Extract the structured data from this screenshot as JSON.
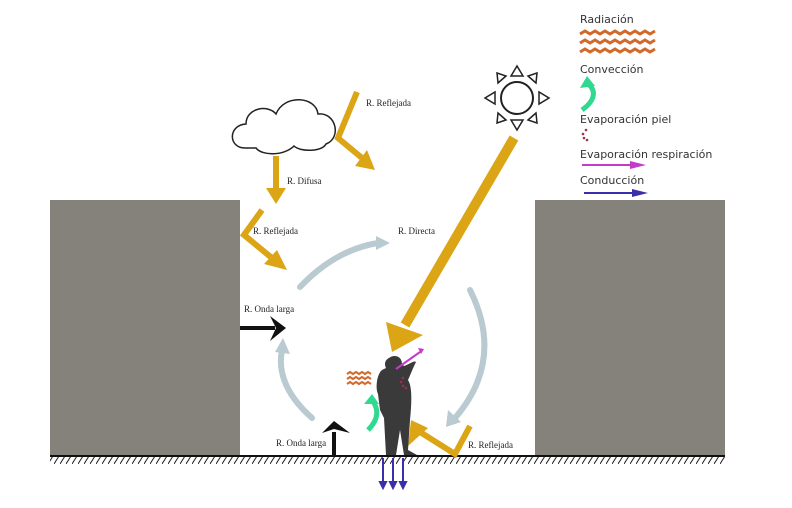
{
  "labels": {
    "reflected_top": "R. Reflejada",
    "diffuse": "R. Difusa",
    "reflected_wall": "R. Reflejada",
    "direct": "R. Directa",
    "longwave_wall": "R. Onda larga",
    "longwave_ground": "R. Onda larga",
    "reflected_ground": "R. Reflejada"
  },
  "legend": {
    "radiation": "Radiación",
    "convection": "Convección",
    "skin_evaporation": "Evaporación piel",
    "respiration_evaporation": "Evaporación respiración",
    "conduction": "Conducción"
  },
  "colors": {
    "building": "#84827a",
    "solar": "#dba516",
    "longwave_cycle": "#b9cad1",
    "radiation": "#d2692a",
    "convection": "#2fd98f",
    "skin_evaporation": "#a0304a",
    "respiration": "#c43bc9",
    "conduction": "#3a2fa8"
  }
}
